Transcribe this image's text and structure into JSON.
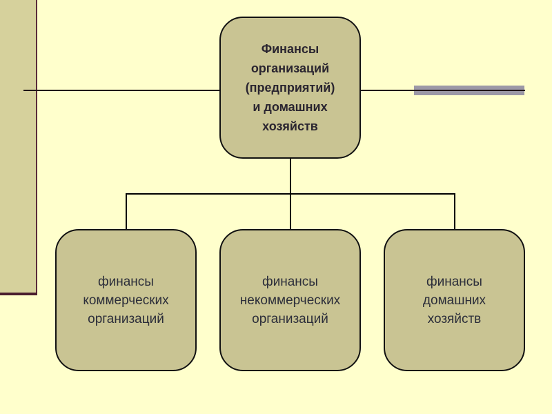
{
  "diagram": {
    "root": {
      "lines": [
        "Финансы",
        "организаций",
        "(предприятий)",
        "и домашних",
        "хозяйств"
      ]
    },
    "children": [
      {
        "lines": [
          "финансы",
          "коммерческих",
          "организаций"
        ]
      },
      {
        "lines": [
          "финансы",
          "некоммерческих",
          "организаций"
        ]
      },
      {
        "lines": [
          "финансы",
          "домашних",
          "хозяйств"
        ]
      }
    ]
  },
  "colors": {
    "background": "#FFFFCC",
    "box_fill": "#C9C493",
    "side_band": "#D6D19C",
    "accent_bar": "#9C98A6"
  }
}
